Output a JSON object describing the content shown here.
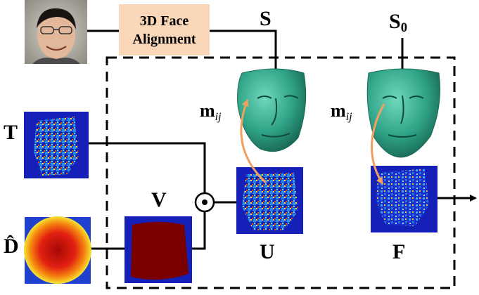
{
  "colors": {
    "accent_arrow": "#f0a060",
    "box_fill": "#f9d7b8",
    "mesh_fill": "#2fa387",
    "heatmap_bg": "#1520b8",
    "depth_red": "#d81c0e",
    "mask_fill": "#7a0000"
  },
  "icons": {
    "photo": "face-photo-icon",
    "mesh": "face-mesh-icon",
    "elementwise": "odot-icon"
  },
  "alignment_box": {
    "line1": "3D Face",
    "line2": "Alignment"
  },
  "labels": {
    "S": "S",
    "S0_main": "S",
    "S0_sub": "0",
    "T": "T",
    "D_hat": "D̂",
    "V": "V",
    "U": "U",
    "F": "F",
    "m_main": "m",
    "m_sub": "ij"
  }
}
